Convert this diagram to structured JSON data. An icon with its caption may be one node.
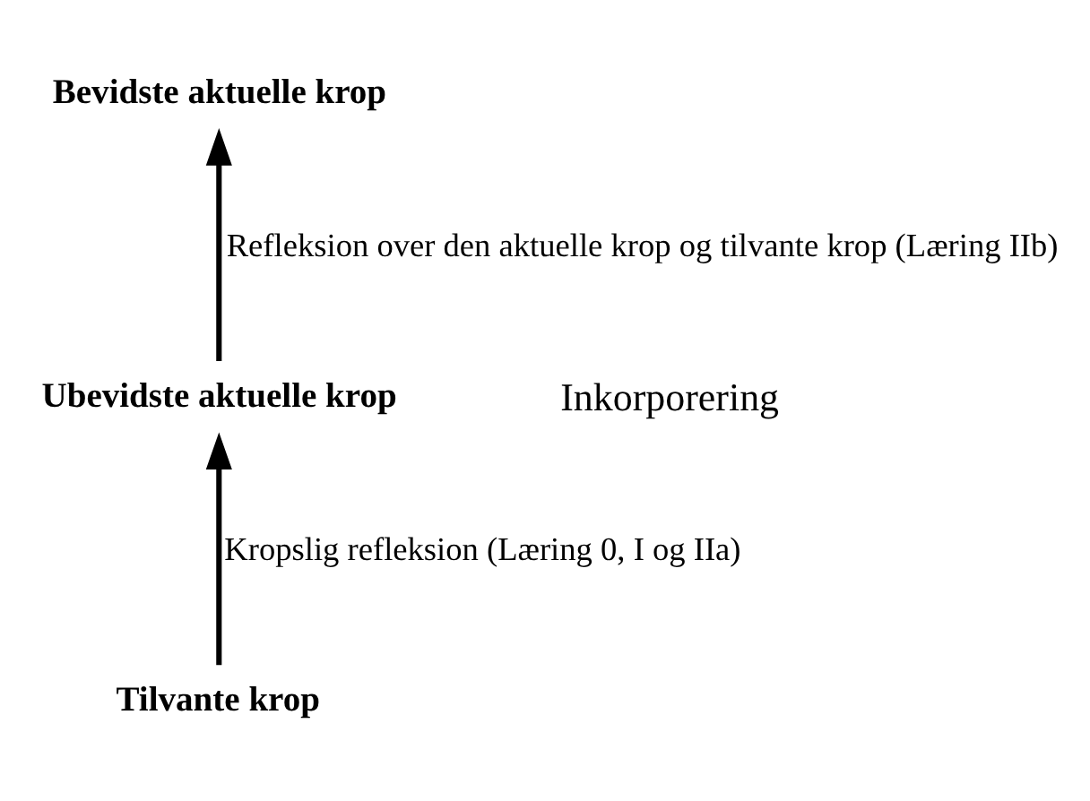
{
  "diagram": {
    "nodes": [
      {
        "text": [
          "Tilvante krop"
        ]
      },
      {
        "text": [
          "Ubevidste aktuelle krop"
        ]
      },
      {
        "text": [
          "Bevidste aktuelle krop"
        ]
      }
    ],
    "edges": [
      {
        "from": 0,
        "to": 1,
        "arrow": "to",
        "label": "Kropslig refleksion (Læring 0, I og IIa)"
      },
      {
        "from": 1,
        "to": 2,
        "arrow": "to",
        "label": "Refleksion over den aktuelle krop og tilvante krop (Læring IIb)"
      }
    ],
    "labels": [
      "Inkorporering"
    ]
  }
}
